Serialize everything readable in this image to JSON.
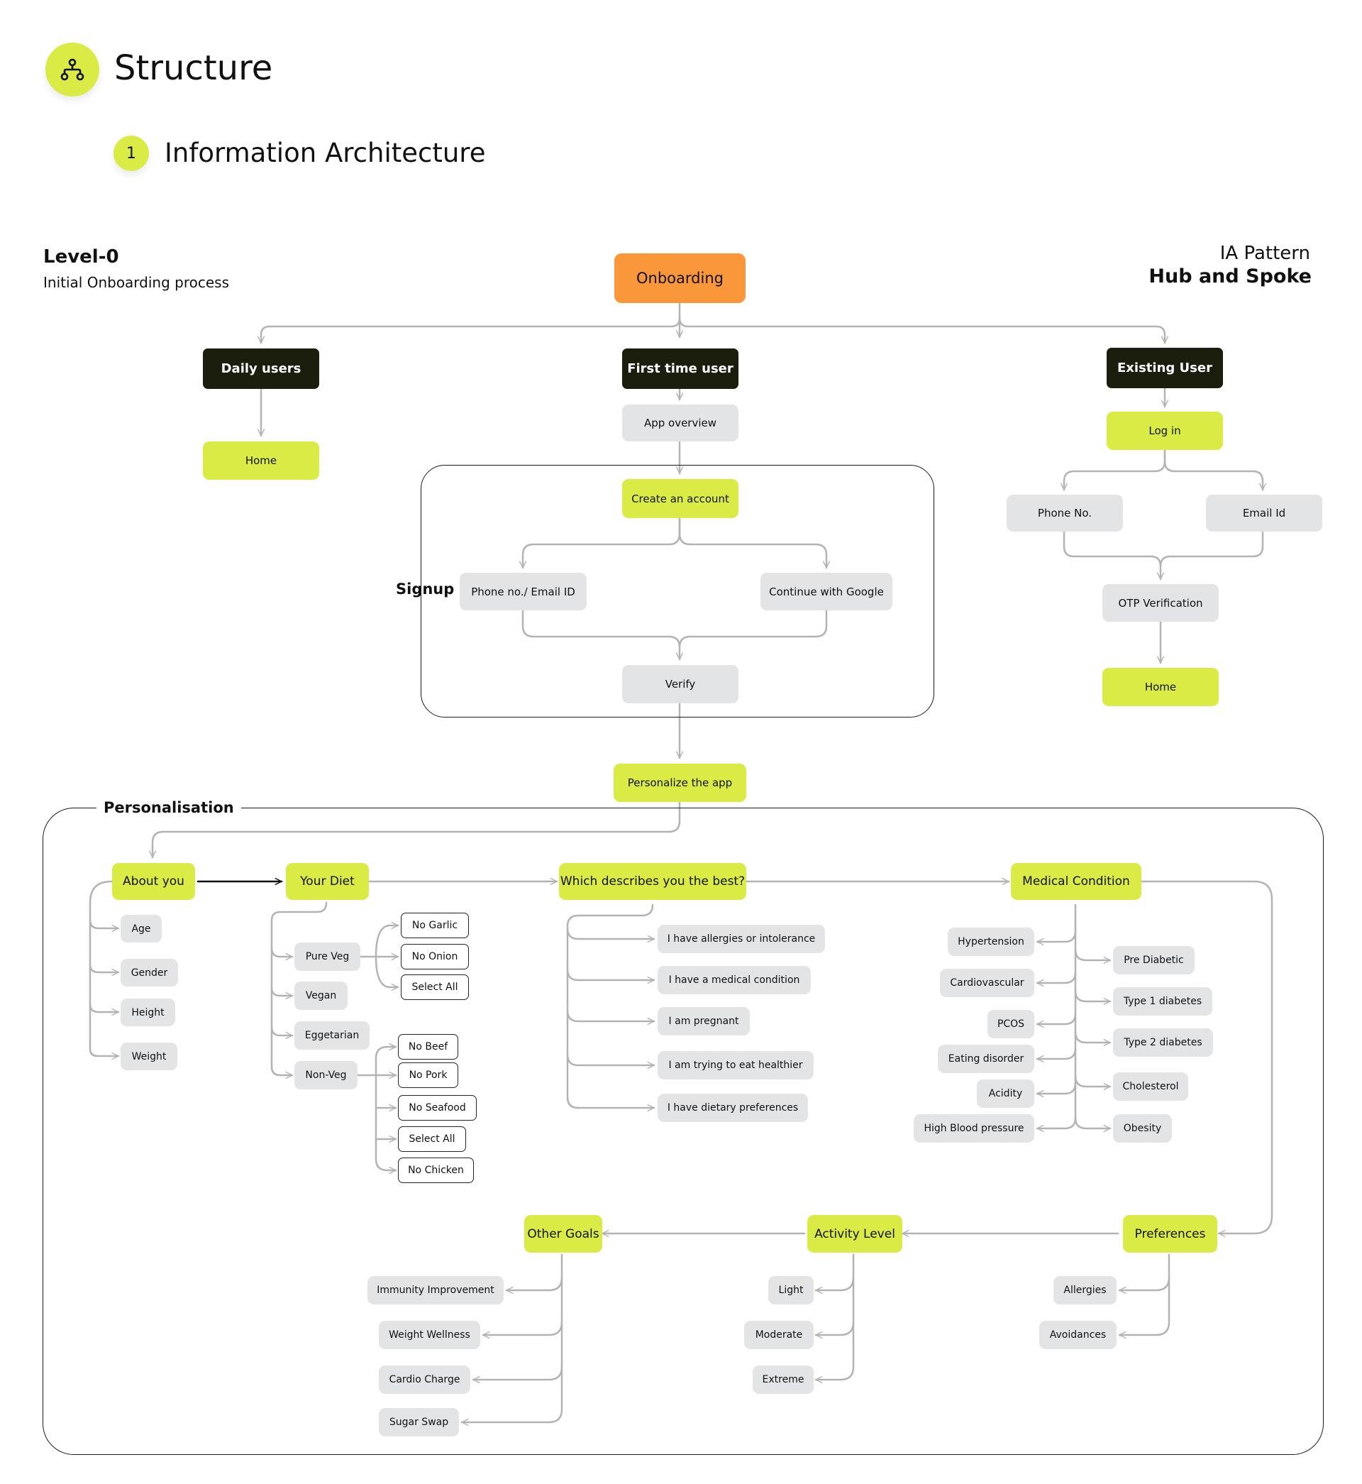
{
  "header": {
    "title": "Structure",
    "section_number": "1",
    "section_title": "Information Architecture",
    "header_icon": "sitemap-icon"
  },
  "level": {
    "title": "Level-0",
    "subtitle": "Initial Onboarding process"
  },
  "pattern": {
    "label": "IA Pattern",
    "value": "Hub and Spoke"
  },
  "groups": {
    "signup": "Signup",
    "personalisation": "Personalisation"
  },
  "colors": {
    "accent": "#dbeb45",
    "root": "#f9973a",
    "dark": "#1b1d0d",
    "grey": "#e2e4e5",
    "line": "#b3b3b3"
  },
  "onboarding": {
    "root": "Onboarding",
    "daily_users": "Daily users",
    "first_time_user": "First time user",
    "existing_user": "Existing User",
    "daily_home": "Home",
    "app_overview": "App overview",
    "create_account": "Create an account",
    "phone_email": "Phone no./ Email ID",
    "continue_google": "Continue with Google",
    "verify": "Verify",
    "personalize": "Personalize the app",
    "log_in": "Log in",
    "phone_no": "Phone No.",
    "email_id": "Email Id",
    "otp": "OTP Verification",
    "existing_home": "Home"
  },
  "personalisation": {
    "about_you": {
      "label": "About you",
      "items": [
        "Age",
        "Gender",
        "Height",
        "Weight"
      ]
    },
    "your_diet": {
      "label": "Your Diet",
      "items": [
        "Pure Veg",
        "Vegan",
        "Eggetarian",
        "Non-Veg"
      ],
      "pure_veg_options": [
        "No Garlic",
        "No Onion",
        "Select All"
      ],
      "non_veg_options": [
        "No Beef",
        "No Pork",
        "No Seafood",
        "Select All",
        "No Chicken"
      ]
    },
    "which_describes": {
      "label": "Which describes you the best?",
      "items": [
        "I have allergies or intolerance",
        "I have a medical condition",
        "I am pregnant",
        "I am trying to eat healthier",
        "I have dietary preferences"
      ]
    },
    "medical_condition": {
      "label": "Medical Condition",
      "left_items": [
        "Hypertension",
        "Cardiovascular",
        "PCOS",
        "Eating disorder",
        "Acidity",
        "High Blood pressure"
      ],
      "right_items": [
        "Pre Diabetic",
        "Type 1 diabetes",
        "Type 2 diabetes",
        "Cholesterol",
        "Obesity"
      ]
    },
    "preferences": {
      "label": "Preferences",
      "items": [
        "Allergies",
        "Avoidances"
      ]
    },
    "activity_level": {
      "label": "Activity Level",
      "items": [
        "Light",
        "Moderate",
        "Extreme"
      ]
    },
    "other_goals": {
      "label": "Other Goals",
      "items": [
        "Immunity Improvement",
        "Weight Wellness",
        "Cardio Charge",
        "Sugar Swap"
      ]
    }
  }
}
